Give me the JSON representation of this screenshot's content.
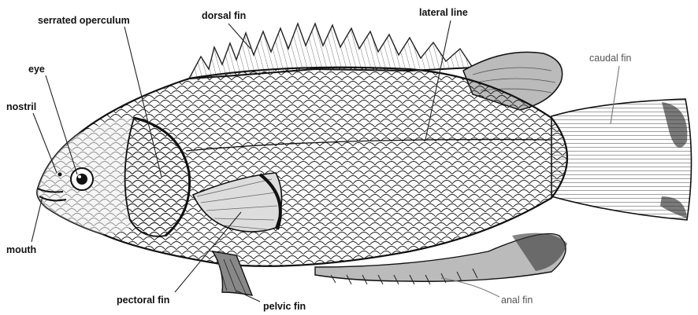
{
  "diagram": {
    "labels": {
      "serrated_operculum": "serrated operculum",
      "dorsal_fin": "dorsal fin",
      "lateral_line": "lateral line",
      "caudal_fin": "caudal fin",
      "eye": "eye",
      "nostril": "nostril",
      "mouth": "mouth",
      "pectoral_fin": "pectoral fin",
      "pelvic_fin": "pelvic fin",
      "anal_fin": "anal fin"
    }
  }
}
